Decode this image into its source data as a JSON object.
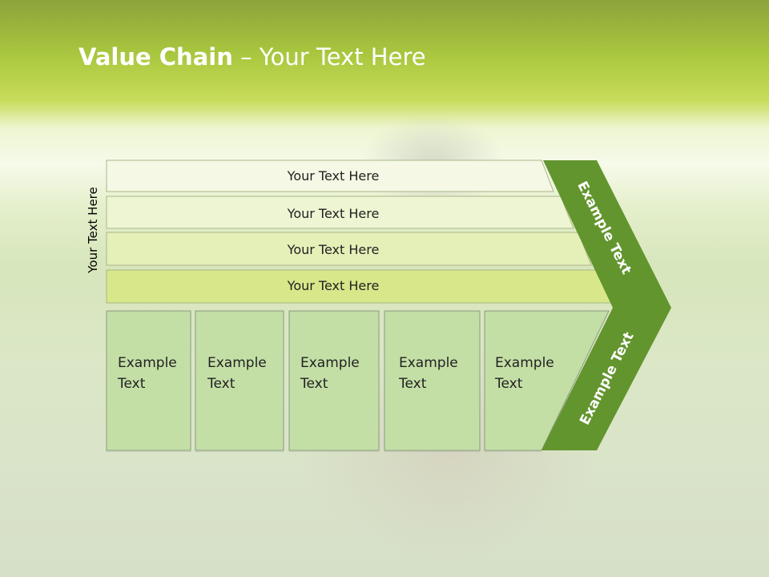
{
  "slide": {
    "title_bold": "Value Chain",
    "title_rest": " – Your Text Here",
    "side_label": "Your Text Here"
  },
  "rows": [
    {
      "label": "Your Text Here",
      "color": "#f4f8e4"
    },
    {
      "label": "Your Text Here",
      "color": "#eef5d2"
    },
    {
      "label": "Your Text Here",
      "color": "#e5efb8"
    },
    {
      "label": "Your Text Here",
      "color": "#d8e78a"
    }
  ],
  "boxes": [
    {
      "line1": "Example",
      "line2": "Text"
    },
    {
      "line1": "Example",
      "line2": "Text"
    },
    {
      "line1": "Example",
      "line2": "Text"
    },
    {
      "line1": "Example",
      "line2": "Text"
    },
    {
      "line1": "Example",
      "line2": "Text"
    }
  ],
  "chevron": {
    "upper_label": "Example Text",
    "lower_label": "Example Text",
    "color": "#63952e"
  },
  "colors": {
    "box_fill": "#c4dfa6",
    "box_stroke": "#8a9a80"
  }
}
